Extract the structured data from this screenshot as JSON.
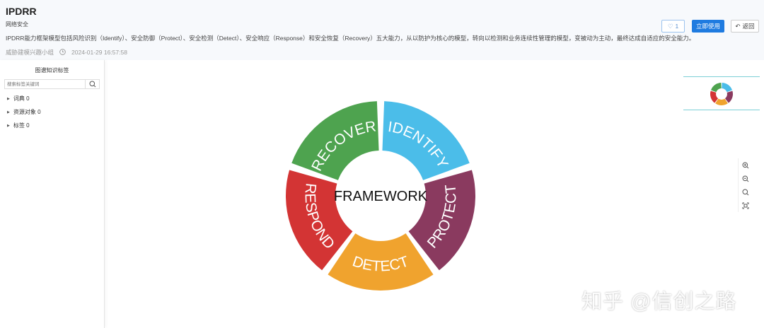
{
  "header": {
    "title": "IPDRR",
    "subtitle": "网络安全",
    "description": "IPDRR能力框架模型包括风险识别（Identify）、安全防御（Protect）、安全检测（Detect）、安全响应（Response）和安全恢复（Recovery）五大能力，从以防护为核心的模型，转向以检测和业务连续性管理的模型，变被动为主动，最终达成自适应的安全能力。",
    "author": "威胁建模兴趣小组",
    "timestamp": "2024-01-29 16:57:58",
    "like_count": "1",
    "use_label": "立即使用",
    "back_label": "返回"
  },
  "sidebar": {
    "title": "图谱知识标签",
    "search_placeholder": "搜索标签关键词",
    "items": [
      {
        "label": "词典 0"
      },
      {
        "label": "资源对象 0"
      },
      {
        "label": "标签 0"
      }
    ]
  },
  "diagram": {
    "center": "FRAMEWORK",
    "segments": [
      {
        "label": "IDENTIFY",
        "color": "#4bbde9"
      },
      {
        "label": "PROTECT",
        "color": "#8a3a5f"
      },
      {
        "label": "DETECT",
        "color": "#f0a32e"
      },
      {
        "label": "RESPOND",
        "color": "#d33434"
      },
      {
        "label": "RECOVER",
        "color": "#4ea34f"
      }
    ]
  },
  "tools": [
    "zoom-in-icon",
    "zoom-out-icon",
    "zoom-reset-icon",
    "fit-icon"
  ],
  "watermark": "知乎 @信创之路"
}
